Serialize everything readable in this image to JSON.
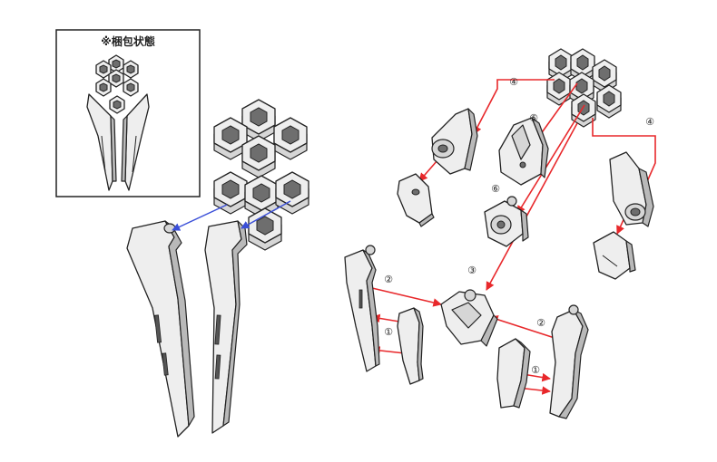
{
  "inset": {
    "title": "※梱包状態"
  },
  "steps": [
    {
      "id": "step-4-left",
      "label": "④"
    },
    {
      "id": "step-5",
      "label": "⑤"
    },
    {
      "id": "step-4-right",
      "label": "④"
    },
    {
      "id": "step-6",
      "label": "⑥"
    },
    {
      "id": "step-2-left",
      "label": "②"
    },
    {
      "id": "step-3",
      "label": "③"
    },
    {
      "id": "step-1-left",
      "label": "①"
    },
    {
      "id": "step-2-right",
      "label": "②"
    },
    {
      "id": "step-1-right",
      "label": "①"
    }
  ],
  "colors": {
    "assembly_arrow": "#e8282b",
    "connector_arrow": "#3a4fd8",
    "part_fill": "#eeeeee",
    "outline": "#222222"
  }
}
